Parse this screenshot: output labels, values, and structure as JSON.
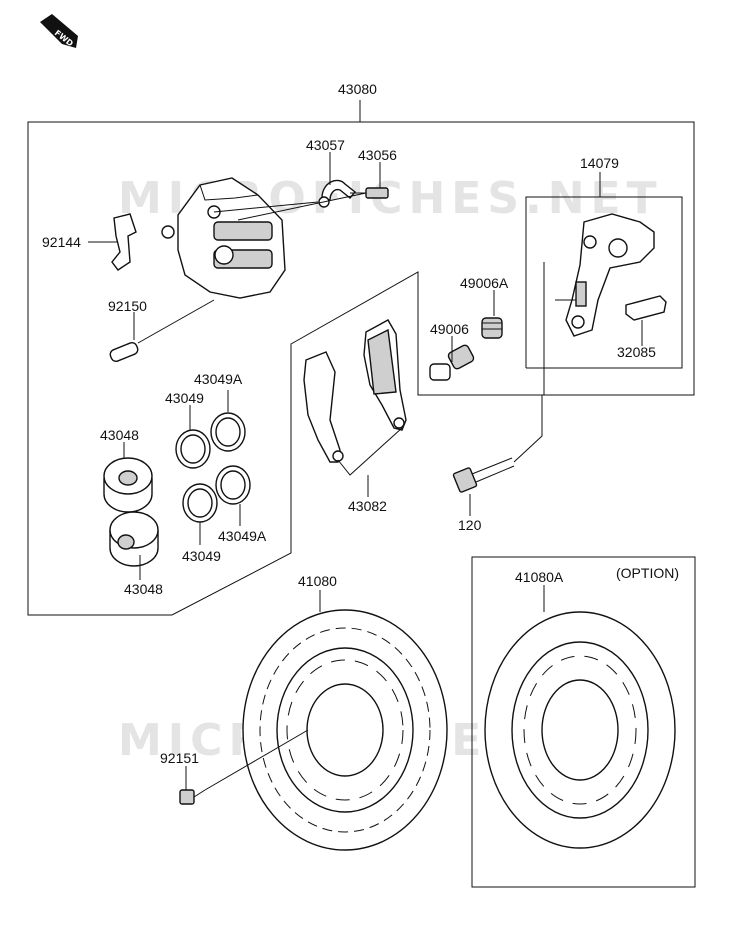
{
  "watermark": "MICROFICHES.NET",
  "direction_label": "FWD",
  "option_label": "(OPTION)",
  "labels": {
    "caliper_assembly": "43080",
    "bleeder_cap": "43057",
    "bleeder_valve": "43056",
    "bracket": "14079",
    "pad_spring": "92144",
    "pin": "92150",
    "boot_a": "49006A",
    "boot": "49006",
    "pad_spring_2": "32085",
    "seal_a_top": "43049A",
    "seal_top": "43049",
    "piston_top": "43048",
    "brake_pads": "43082",
    "seal_a_bottom": "43049A",
    "seal_bottom": "43049",
    "piston_bottom": "43048",
    "bolt": "120",
    "disc": "41080",
    "disc_option": "41080A",
    "disc_bolt": "92151"
  }
}
